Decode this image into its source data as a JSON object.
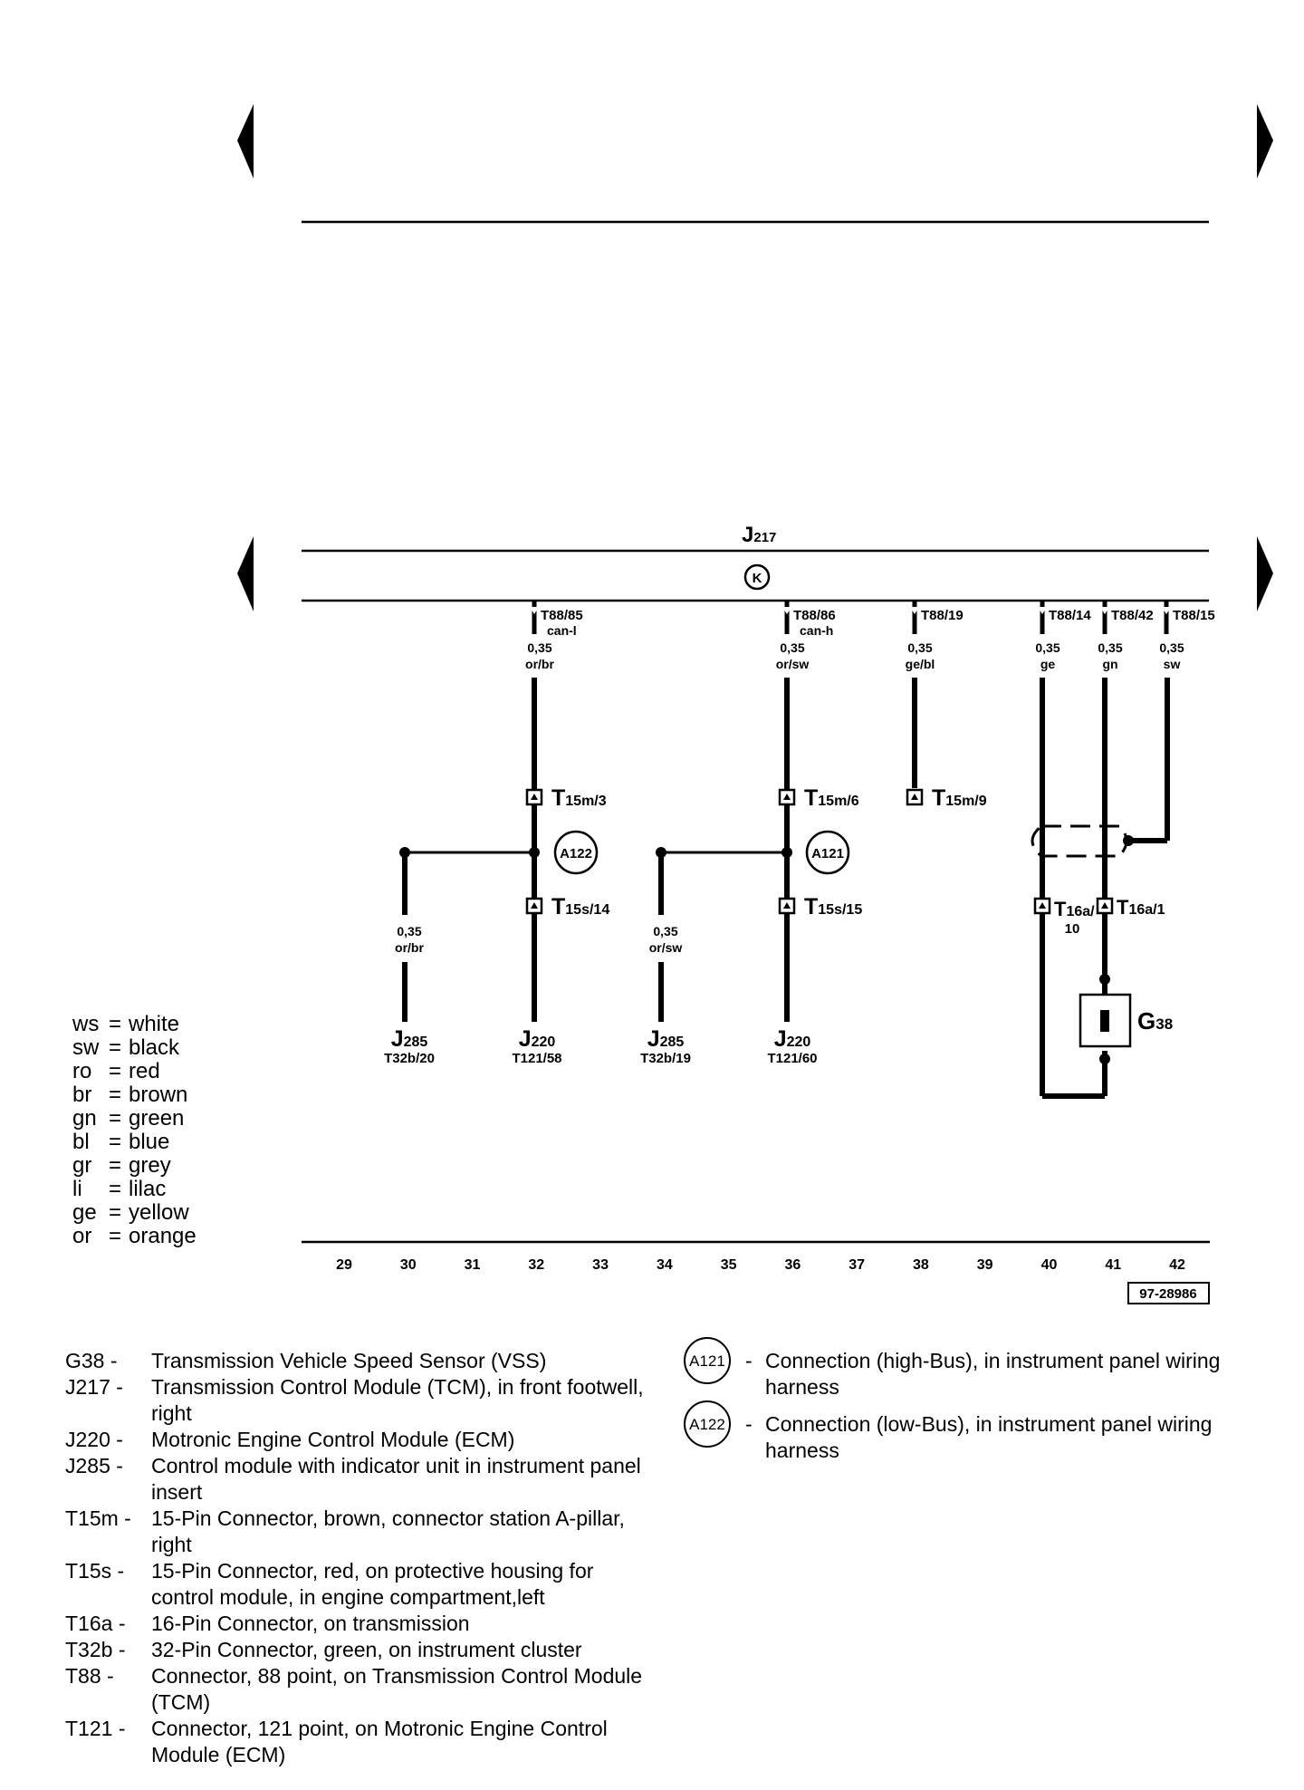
{
  "diagram": {
    "module_label": "J",
    "module_sub": "217",
    "module_symbol": "K",
    "reference_code": "97-28986",
    "pins": [
      {
        "pin": "T88/85",
        "sig": "can-l",
        "gauge": "0,35",
        "color": "or/br"
      },
      {
        "pin": "T88/86",
        "sig": "can-h",
        "gauge": "0,35",
        "color": "or/sw"
      },
      {
        "pin": "T88/19",
        "sig": "",
        "gauge": "0,35",
        "color": "ge/bl"
      },
      {
        "pin": "T88/14",
        "sig": "",
        "gauge": "0,35",
        "color": "ge"
      },
      {
        "pin": "T88/42",
        "sig": "",
        "gauge": "0,35",
        "color": "gn"
      },
      {
        "pin": "T88/15",
        "sig": "",
        "gauge": "0,35",
        "color": "sw"
      }
    ],
    "connectors": {
      "t15m3": {
        "main": "T",
        "sub": "15m/3"
      },
      "t15m6": {
        "main": "T",
        "sub": "15m/6"
      },
      "t15m9": {
        "main": "T",
        "sub": "15m/9"
      },
      "t15s14": {
        "main": "T",
        "sub": "15s/14"
      },
      "t15s15": {
        "main": "T",
        "sub": "15s/15"
      },
      "t16a10": {
        "main": "T",
        "sub": "16a/",
        "sub2": "10"
      },
      "t16a1": {
        "main": "T",
        "sub": "16a/1"
      }
    },
    "branch_wires": [
      {
        "gauge": "0,35",
        "color": "or/br"
      },
      {
        "gauge": "0,35",
        "color": "or/sw"
      }
    ],
    "bus_connections": [
      "A122",
      "A121"
    ],
    "targets": [
      {
        "main": "J",
        "sub": "285",
        "pin": "T32b/20"
      },
      {
        "main": "J",
        "sub": "220",
        "pin": "T121/58"
      },
      {
        "main": "J",
        "sub": "285",
        "pin": "T32b/19"
      },
      {
        "main": "J",
        "sub": "220",
        "pin": "T121/60"
      }
    ],
    "sensor": {
      "main": "G",
      "sub": "38"
    },
    "track_numbers": [
      "29",
      "30",
      "31",
      "32",
      "33",
      "34",
      "35",
      "36",
      "37",
      "38",
      "39",
      "40",
      "41",
      "42"
    ]
  },
  "color_legend": [
    {
      "abbr": "ws",
      "name": "white"
    },
    {
      "abbr": "sw",
      "name": "black"
    },
    {
      "abbr": "ro",
      "name": "red"
    },
    {
      "abbr": "br",
      "name": "brown"
    },
    {
      "abbr": "gn",
      "name": "green"
    },
    {
      "abbr": "bl",
      "name": "blue"
    },
    {
      "abbr": "gr",
      "name": "grey"
    },
    {
      "abbr": "li",
      "name": "lilac"
    },
    {
      "abbr": "ge",
      "name": "yellow"
    },
    {
      "abbr": "or",
      "name": "orange"
    }
  ],
  "component_legend": [
    {
      "code": "G38 -",
      "desc": "Transmission Vehicle Speed Sensor (VSS)"
    },
    {
      "code": "J217 -",
      "desc": "Transmission Control Module (TCM), in front footwell, right"
    },
    {
      "code": "J220 -",
      "desc": "Motronic Engine Control Module (ECM)"
    },
    {
      "code": "J285 -",
      "desc": "Control module with indicator unit in instrument panel insert"
    },
    {
      "code": "T15m -",
      "desc": "15-Pin Connector, brown, connector station A-pillar, right"
    },
    {
      "code": "T15s -",
      "desc": "15-Pin Connector, red, on protective housing for control module, in engine compartment,left"
    },
    {
      "code": "T16a -",
      "desc": "16-Pin Connector, on transmission"
    },
    {
      "code": "T32b -",
      "desc": "32-Pin Connector, green, on instrument cluster"
    },
    {
      "code": "T88  -",
      "desc": "Connector, 88 point, on Transmission Control Module (TCM)"
    },
    {
      "code": "T121 -",
      "desc": "Connector, 121 point, on Motronic Engine Control Module (ECM)"
    }
  ],
  "connection_legend": [
    {
      "id": "A121",
      "desc": "Connection (high-Bus), in instrument panel wiring harness"
    },
    {
      "id": "A122",
      "desc": "Connection (low-Bus), in instrument panel wiring harness"
    }
  ]
}
